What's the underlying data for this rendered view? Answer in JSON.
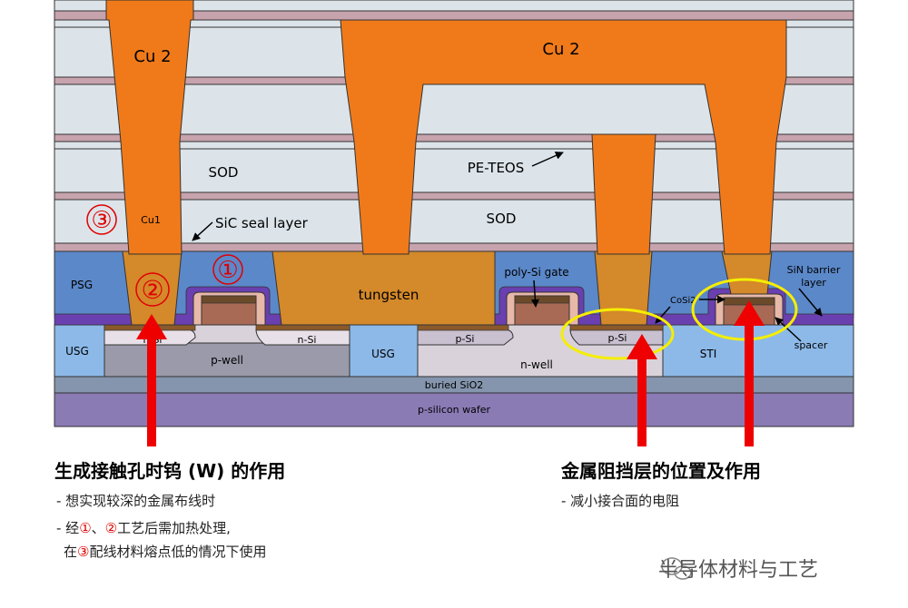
{
  "diagram": {
    "labels": {
      "cu2_left": "Cu 2",
      "cu2_right": "Cu 2",
      "sod_upper": "SOD",
      "sod_lower": "SOD",
      "pe_teos": "PE-TEOS",
      "cu1": "Cu1",
      "sic_seal": "SiC seal layer",
      "psg": "PSG",
      "tungsten": "tungsten",
      "poly_si_gate": "poly-Si gate",
      "sin_barrier_1": "SiN barrier",
      "sin_barrier_2": "layer",
      "cosi2": "CoSi2",
      "spacer": "spacer",
      "usg_left": "USG",
      "usg_mid": "USG",
      "sti": "STI",
      "n_si_left": "n-Si",
      "n_si_mid": "n-Si",
      "p_si_1": "p-Si",
      "p_si_2": "p-Si",
      "p_well": "p-well",
      "n_well": "n-well",
      "buried_sio2": "buried SiO2",
      "p_wafer": "p-silicon wafer",
      "marker_1": "①",
      "marker_2": "②",
      "marker_3": "③"
    }
  },
  "captions": {
    "left": {
      "title": "生成接触孔时钨 (W) 的作用",
      "item1": "- 想实现较深的金属布线时",
      "item2_pre": "- 经",
      "item2_m1": "①",
      "item2_sep": "、",
      "item2_m2": "②",
      "item2_post": "工艺后需加热处理,",
      "item3_pre": "在",
      "item3_m3": "③",
      "item3_post": "配线材料熔点低的情况下使用"
    },
    "right": {
      "title": "金属阻挡层的位置及作用",
      "item1": "- 减小接合面的电阻"
    }
  },
  "watermark": "半导体材料与工艺",
  "colors": {
    "copper": "#f07a1a",
    "tungsten": "#d4892a",
    "sod": "#dce4ea",
    "seal": "#c7a3ad",
    "psg": "#5b88c9",
    "usg": "#8cb9e8",
    "liner": "#6a3fb0",
    "gate": "#a86a55",
    "pwell": "#9a9aaa",
    "nwell": "#d9d2da",
    "buried": "#8495ad",
    "wafer": "#8a7bb5",
    "arrow": "#ee0000",
    "highlight": "#f5ee00"
  }
}
